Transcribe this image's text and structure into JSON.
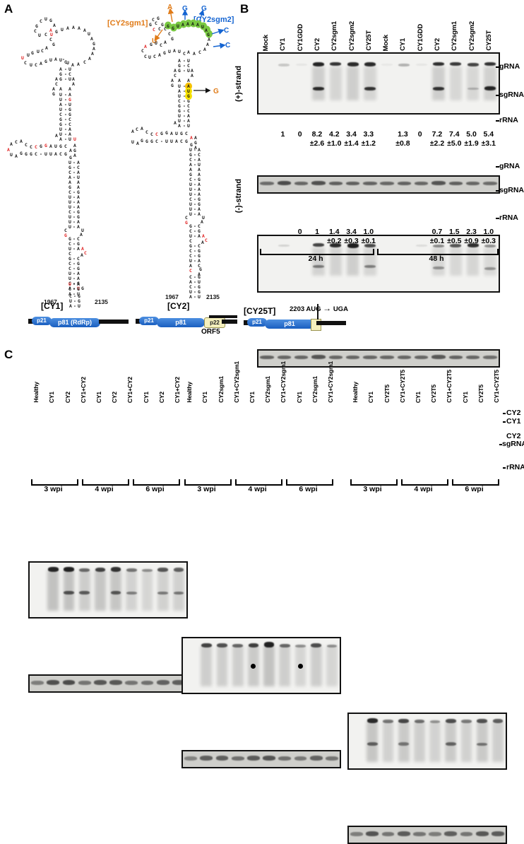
{
  "panels": {
    "a": "A",
    "b": "B",
    "c": "C"
  },
  "panelA": {
    "structures": [
      {
        "name": "[CY1]",
        "pos_start": "1967",
        "pos_end": "2135",
        "orf": {
          "p21": "p21",
          "p81": "p81 (RdRp)"
        }
      },
      {
        "name": "[CY2]",
        "pos_start": "1967",
        "pos_end": "2135",
        "orf": {
          "p21": "p21",
          "p81": "p81",
          "p22": "p22",
          "orf5": "ORF5"
        }
      },
      {
        "name": "[CY25T]",
        "orf": {
          "p21": "p21",
          "p81": "p81"
        },
        "mutation": "2203 AUG",
        "arrow": "→",
        "stop": "UGA"
      }
    ],
    "mutant_labels": {
      "sgm1": "[CY2sgm1]",
      "sgm2": "[CY2sgm2]"
    },
    "sgm1_changes": [
      "A",
      "U"
    ],
    "sgm2_changes": [
      "G",
      "G",
      "C",
      "C"
    ],
    "aug_change": "G",
    "cy1_lines": [
      "          C U G",
      "        G     A",
      "       G C   G   U A A A",
      "     U   U  C  G        A U",
      "   G  C A U G G          G  A",
      "  U                       A  A",
      " U  C A G U A U C  - A        A",
      "C                  U - A  A  C",
      " U  C                 G - C   A",
      "                    A  G - U  A",
      "                   A  G    A  A",
      "                   A   U - A  A",
      "                      U - G",
      "                      A - U",
      "                      U - G",
      "                      C - G",
      "                      G - C",
      "                      G - C",
      "                      U - A",
      "                      U - A",
      "                      A - U   U",
      "                     A       U",
      "  A C A               C     G",
      " A   C C G G  A U G C    A  A",
      "A  U   |||| | ||||| |   G   U",
      " U  A G G G C - U U A C G   A",
      "                      G  U - A",
      "                        G - C",
      "                        C - A",
      "                        A - U",
      "                        A   D",
      "                        A - U",
      "                       A     A",
      "                      G       A",
      "                       C - G",
      "                       U - A",
      "                       U - A",
      "                       U - A",
      "                       C - G",
      "                       U - G",
      "                       U - A",
      "                       U - A",
      "                     C     U",
      "                   G  G - C  A",
      "                      C - G",
      "                      U - A  A",
      "                      C     C",
      "                            A",
      "                      G - C",
      "                      C - G",
      "                      C - G",
      "                      U - A",
      "                      U - A",
      "                      C - G",
      "                      A - U",
      "                      i   G",
      "                      U - A",
      "                      C - G",
      "                      A - U",
      "                      C - G",
      "                      U - G",
      "                      A - U"
    ]
  },
  "panelB": {
    "strand_labels": {
      "plus": "(+)-strand",
      "minus": "(-)-strand"
    },
    "lanes": [
      "Mock",
      "CY1",
      "CY1GDD",
      "CY2",
      "CY2sgm1",
      "CY2sgm2",
      "CY25T",
      "Mock",
      "CY1",
      "CY1GDD",
      "CY2",
      "CY2sgm1",
      "CY2sgm2",
      "CY25T"
    ],
    "side_labels": {
      "gRNA": "gRNA",
      "sgRNA": "sgRNA",
      "rRNA": "rRNA"
    },
    "plus_values": [
      "",
      "1",
      "0",
      "8.2",
      "4.2",
      "3.4",
      "3.3",
      "",
      "1.3",
      "0",
      "7.2",
      "7.4",
      "5.0",
      "5.4"
    ],
    "plus_errors": [
      "",
      "",
      "",
      "±2.6",
      "±1.0",
      "±1.4",
      "±1.2",
      "",
      "±0.8",
      "",
      "±2.2",
      "±5.0",
      "±1.9",
      "±3.1"
    ],
    "minus_values": [
      "",
      "",
      "0",
      "1",
      "1.4",
      "3.4",
      "1.0",
      "",
      "",
      "",
      "0.7",
      "1.5",
      "2.3",
      "1.0"
    ],
    "minus_errors": [
      "",
      "",
      "",
      "",
      "±0.2",
      "±0.3",
      "±0.1",
      "",
      "",
      "",
      "±0.1",
      "±0.5",
      "±0.9",
      "±0.3"
    ],
    "timepoints": [
      "24 h",
      "48 h"
    ]
  },
  "panelC": {
    "blocks": [
      {
        "lanes": [
          "Healthy",
          "CY1",
          "CY2",
          "CY1+CY2",
          "CY1",
          "CY2",
          "CY1+CY2",
          "CY1",
          "CY2",
          "CY1+CY2"
        ],
        "timepoints": [
          "3 wpi",
          "4 wpi",
          "6 wpi"
        ]
      },
      {
        "lanes": [
          "Healthy",
          "CY1",
          "CY2sgm1",
          "CY1+CY2sgm1",
          "CY1",
          "CY2sgm1",
          "CY1+CY2sgm1",
          "CY1",
          "CY2sgm1",
          "CY1+CY2sgm1"
        ],
        "timepoints": [
          "3 wpi",
          "4 wpi",
          "6 wpi"
        ]
      },
      {
        "lanes": [
          "Healthy",
          "CY1",
          "CY2T5",
          "CY1+CY2T5",
          "CY1",
          "CY2T5",
          "CY1+CY2T5",
          "CY1",
          "CY2T5",
          "CY1+CY2T5"
        ],
        "timepoints": [
          "3 wpi",
          "4 wpi",
          "6 wpi"
        ]
      }
    ],
    "side_labels": {
      "cy2": "CY2",
      "cy1": "CY1",
      "cy2_sg_line1": "CY2",
      "cy2_sg_line2": "sgRNA",
      "rrna": "rRNA"
    }
  },
  "colors": {
    "sgm1": "#e07b18",
    "sgm2": "#1464d2",
    "mutation_red": "#e01b1b",
    "loop_green": "#7ac943",
    "highlight_yellow": "#f5e000",
    "orf_blue": "#1a5fc0"
  }
}
